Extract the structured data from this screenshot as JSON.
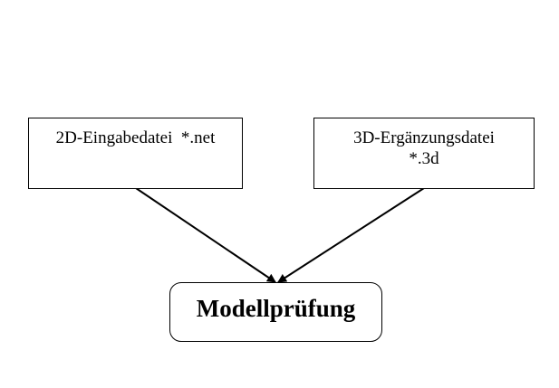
{
  "nodes": {
    "input_2d": {
      "text": "2D-Eingabedatei  *.net"
    },
    "input_3d": {
      "line1": "3D-Ergänzungsdatei",
      "line2": "*.3d"
    },
    "model_check": {
      "text": "Modellprüfung"
    }
  },
  "edges": [
    {
      "from": "input_2d",
      "to": "model_check"
    },
    {
      "from": "input_3d",
      "to": "model_check"
    }
  ]
}
